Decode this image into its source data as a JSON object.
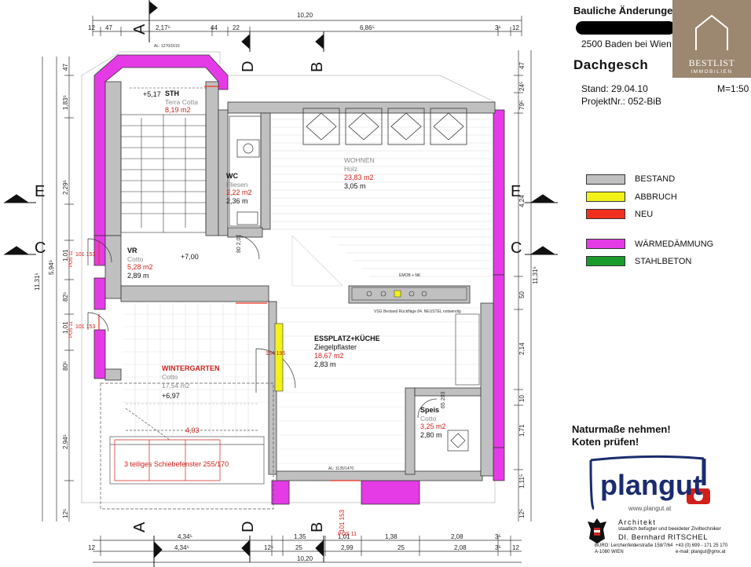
{
  "header": {
    "title": "Bauliche Änderunge",
    "city": "2500 Baden bei Wien",
    "level": "Dachgesch",
    "stand": "Stand: 29.04.10",
    "scale": "M=1:50",
    "project": "ProjektNr.: 052-BiB"
  },
  "brand": {
    "name": "BESTLIST",
    "sub": "IMMOBILIEN",
    "color": "#9c8770"
  },
  "legend": [
    {
      "label": "BESTAND",
      "color": "#c0c0c0"
    },
    {
      "label": "ABBRUCH",
      "color": "#f2f21a"
    },
    {
      "label": "NEU",
      "color": "#f0301e"
    },
    {
      "label": "WÄRMEDÄMMUNG",
      "color": "#e43be6"
    },
    {
      "label": "STAHLBETON",
      "color": "#1a9a2a"
    }
  ],
  "note": {
    "line1": "Naturmaße nehmen!",
    "line2": "Koten prüfen!"
  },
  "logo": {
    "text": "plangut",
    "url": "www.plangut.at"
  },
  "architect": {
    "title": "Architekt",
    "line1": "staatlich befugter und beeideter Ziviltechniker",
    "name": "DI. Bernhard RITSCHEL",
    "address1": "BÜRO: Lerchenfelderstraße 158/7/64",
    "address2": "A-1080 WIEN",
    "tel": "+43 (0) 699 - 171 25 170",
    "email": "e-mail: plangut@gmx.at"
  },
  "rooms": {
    "sth": {
      "name": "STH",
      "floor": "Terra Cotta",
      "area": "8,19 m2",
      "level": "+5,17"
    },
    "wc": {
      "name": "WC",
      "floor": "Fliesen",
      "area": "2,22 m2",
      "height": "2,36   m"
    },
    "wohnen": {
      "name": "WOHNEN",
      "floor": "Holz",
      "area": "23,83 m2",
      "height": "3,05   m"
    },
    "vr": {
      "name": "VR",
      "floor": "Cotto",
      "area": "5,28 m2",
      "height": "2,89   m",
      "level": "+7,00"
    },
    "essplatz": {
      "name": "ESSPLATZ+KÜCHE",
      "floor": "Ziegelpflaster",
      "area": "18,67 m2",
      "height": "2,83   m"
    },
    "wintergarten": {
      "name": "WINTERGARTEN",
      "floor": "Cotto",
      "area": "17,54 m2",
      "level": "+6,97",
      "width": "4,03",
      "window": "3 teiliges Schiebefenster 255/170"
    },
    "speis": {
      "name": "Speis",
      "floor": "Cotto",
      "area": "3,25 m2",
      "height": "2,80   m"
    }
  },
  "axes": {
    "a": "A",
    "b": "B",
    "c": "C",
    "d": "D",
    "e": "E"
  },
  "dims": {
    "top_total": "10,20",
    "top_segments": [
      "12",
      "47",
      "2,17⁵",
      "44",
      "22",
      "6,86⁵",
      "3⁵",
      "12"
    ],
    "bottom_row1": [
      "4,34⁵",
      "1,35",
      "1,01",
      "1,38",
      "2,08",
      "3⁵"
    ],
    "bottom_row2": [
      "12",
      "4,34⁵",
      "12⁵",
      "25",
      "2,99",
      "25",
      "2,08",
      "3⁵",
      "12"
    ],
    "bottom_total": "10,20",
    "left_outer": "11,31⁵",
    "left_inner": "5,94⁵",
    "left_segments": [
      "47",
      "1,83⁵",
      "2,29⁵",
      "1,01",
      "82⁵",
      "1,01",
      "80⁵",
      "2,94⁵",
      "12⁵"
    ],
    "right_outer": "11,31⁵",
    "right_segments": [
      "47",
      "24⁵",
      "79⁵",
      "4,24",
      "50",
      "2,14",
      "10",
      "1,71",
      "1,11⁵",
      "12⁵"
    ]
  },
  "misc": {
    "door_wc": "80\n2,01",
    "door_pos": "POS 11",
    "door_vr": "101\n153",
    "essplatz_door": "154\n195",
    "speis_door": "65\n203",
    "entry": "101\n153",
    "emob": "EMOB + NK",
    "al_top": "AL: 1270/1610",
    "al_bottom": "AL: 1135/1470",
    "wall_note": "VSG Bestand Rückfläge 84. NEUSTEL notwendig"
  }
}
